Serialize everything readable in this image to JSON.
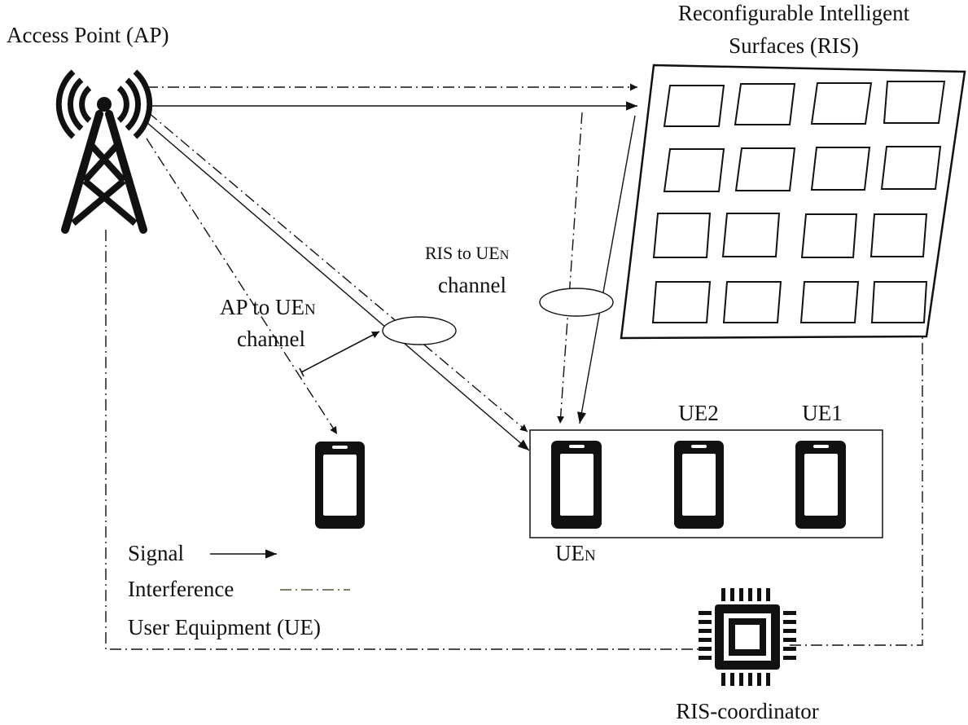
{
  "labels": {
    "ap": "Access Point (AP)",
    "ris_line1": "Reconfigurable Intelligent",
    "ris_line2": "Surfaces (RIS)",
    "ris_to_ue_prefix": "RIS to UE",
    "ris_to_ue_sub": "N",
    "ris_to_ue_line2": "channel",
    "ap_to_ue_prefix": "AP to UE",
    "ap_to_ue_sub": "N",
    "ap_to_ue_line2": "channel",
    "ue2": "UE2",
    "ue1": "UE1",
    "uen_prefix": "UE",
    "uen_sub": "N",
    "coordinator": "RIS-coordinator"
  },
  "legend": {
    "signal": "Signal",
    "interference": "Interference",
    "ue": "User Equipment (UE)"
  },
  "colors": {
    "ink": "#111111",
    "interference_legend": "#4a5a3a",
    "background": "#ffffff"
  },
  "icons": {
    "ap": "antenna-tower-icon",
    "ue": "smartphone-icon",
    "coordinator": "chip-icon"
  }
}
